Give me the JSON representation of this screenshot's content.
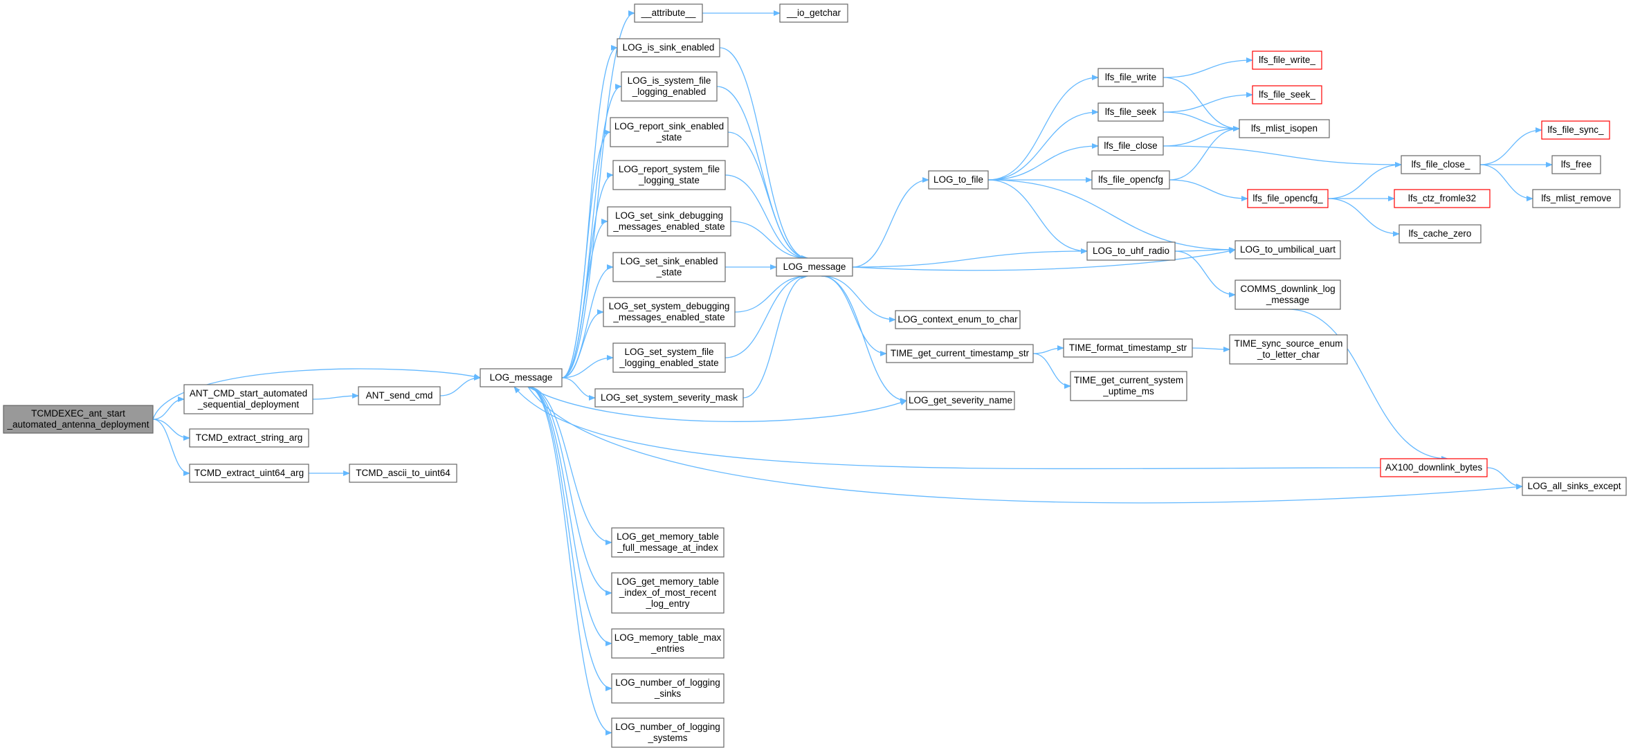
{
  "colors": {
    "edge": "#63b8ff",
    "border": "#666666",
    "truncated_border": "#ff0000",
    "root_fill": "#999999",
    "node_fill": "#ffffff"
  },
  "nodes": [
    {
      "id": "root",
      "lines": [
        "TCMDEXEC_ant_start",
        "_automated_antenna_deployment"
      ],
      "kind": "root"
    },
    {
      "id": "ant_cmd",
      "lines": [
        "ANT_CMD_start_automated",
        "_sequential_deployment"
      ]
    },
    {
      "id": "tcmd_str",
      "lines": [
        "TCMD_extract_string_arg"
      ]
    },
    {
      "id": "tcmd_u64",
      "lines": [
        "TCMD_extract_uint64_arg"
      ]
    },
    {
      "id": "tcmd_ascii",
      "lines": [
        "TCMD_ascii_to_uint64"
      ]
    },
    {
      "id": "ant_send",
      "lines": [
        "ANT_send_cmd"
      ]
    },
    {
      "id": "logmsg1",
      "lines": [
        "LOG_message"
      ]
    },
    {
      "id": "attr",
      "lines": [
        "__attribute__"
      ]
    },
    {
      "id": "getchar",
      "lines": [
        "__io_getchar"
      ]
    },
    {
      "id": "is_sink",
      "lines": [
        "LOG_is_sink_enabled"
      ]
    },
    {
      "id": "is_sys",
      "lines": [
        "LOG_is_system_file",
        "_logging_enabled"
      ]
    },
    {
      "id": "rep_sink",
      "lines": [
        "LOG_report_sink_enabled",
        "_state"
      ]
    },
    {
      "id": "rep_sys",
      "lines": [
        "LOG_report_system_file",
        "_logging_state"
      ]
    },
    {
      "id": "set_sink_dbg",
      "lines": [
        "LOG_set_sink_debugging",
        "_messages_enabled_state"
      ]
    },
    {
      "id": "set_sink_en",
      "lines": [
        "LOG_set_sink_enabled",
        "_state"
      ]
    },
    {
      "id": "set_sys_dbg",
      "lines": [
        "LOG_set_system_debugging",
        "_messages_enabled_state"
      ]
    },
    {
      "id": "set_sys_file",
      "lines": [
        "LOG_set_system_file",
        "_logging_enabled_state"
      ]
    },
    {
      "id": "set_sev",
      "lines": [
        "LOG_set_system_severity_mask"
      ]
    },
    {
      "id": "mem_full",
      "lines": [
        "LOG_get_memory_table",
        "_full_message_at_index"
      ]
    },
    {
      "id": "mem_idx",
      "lines": [
        "LOG_get_memory_table",
        "_index_of_most_recent",
        "_log_entry"
      ]
    },
    {
      "id": "mem_max",
      "lines": [
        "LOG_memory_table_max",
        "_entries"
      ]
    },
    {
      "id": "num_sinks",
      "lines": [
        "LOG_number_of_logging",
        "_sinks"
      ]
    },
    {
      "id": "num_sys",
      "lines": [
        "LOG_number_of_logging",
        "_systems"
      ]
    },
    {
      "id": "logmsg2",
      "lines": [
        "LOG_message"
      ]
    },
    {
      "id": "to_file",
      "lines": [
        "LOG_to_file"
      ]
    },
    {
      "id": "ctx_enum",
      "lines": [
        "LOG_context_enum_to_char"
      ]
    },
    {
      "id": "ts_str",
      "lines": [
        "TIME_get_current_timestamp_str"
      ]
    },
    {
      "id": "sev_name",
      "lines": [
        "LOG_get_severity_name"
      ]
    },
    {
      "id": "fwrite",
      "lines": [
        "lfs_file_write"
      ]
    },
    {
      "id": "fseek",
      "lines": [
        "lfs_file_seek"
      ]
    },
    {
      "id": "fclose",
      "lines": [
        "lfs_file_close"
      ]
    },
    {
      "id": "fopencfg",
      "lines": [
        "lfs_file_opencfg"
      ]
    },
    {
      "id": "uhf",
      "lines": [
        "LOG_to_uhf_radio"
      ]
    },
    {
      "id": "fmt_ts",
      "lines": [
        "TIME_format_timestamp_str"
      ]
    },
    {
      "id": "uptime",
      "lines": [
        "TIME_get_current_system",
        "_uptime_ms"
      ]
    },
    {
      "id": "fwrite_",
      "lines": [
        "lfs_file_write_"
      ],
      "kind": "trunc"
    },
    {
      "id": "fseek_",
      "lines": [
        "lfs_file_seek_"
      ],
      "kind": "trunc"
    },
    {
      "id": "mlist_isopen",
      "lines": [
        "lfs_mlist_isopen"
      ]
    },
    {
      "id": "fopencfg_",
      "lines": [
        "lfs_file_opencfg_"
      ],
      "kind": "trunc"
    },
    {
      "id": "umb",
      "lines": [
        "LOG_to_umbilical_uart"
      ]
    },
    {
      "id": "comms",
      "lines": [
        "COMMS_downlink_log",
        "_message"
      ]
    },
    {
      "id": "sync_src",
      "lines": [
        "TIME_sync_source_enum",
        "_to_letter_char"
      ]
    },
    {
      "id": "fclose_",
      "lines": [
        "lfs_file_close_"
      ]
    },
    {
      "id": "ctz",
      "lines": [
        "lfs_ctz_fromle32"
      ],
      "kind": "trunc"
    },
    {
      "id": "cache_zero",
      "lines": [
        "lfs_cache_zero"
      ]
    },
    {
      "id": "ax100",
      "lines": [
        "AX100_downlink_bytes"
      ],
      "kind": "trunc"
    },
    {
      "id": "fsync_",
      "lines": [
        "lfs_file_sync_"
      ],
      "kind": "trunc"
    },
    {
      "id": "lfree",
      "lines": [
        "lfs_free"
      ]
    },
    {
      "id": "mlist_remove",
      "lines": [
        "lfs_mlist_remove"
      ]
    },
    {
      "id": "all_sinks",
      "lines": [
        "LOG_all_sinks_except"
      ]
    }
  ],
  "edges": [
    [
      "root",
      "ant_cmd"
    ],
    [
      "root",
      "tcmd_str"
    ],
    [
      "root",
      "tcmd_u64"
    ],
    [
      "root",
      "logmsg1"
    ],
    [
      "tcmd_u64",
      "tcmd_ascii"
    ],
    [
      "ant_cmd",
      "ant_send"
    ],
    [
      "ant_send",
      "logmsg1"
    ],
    [
      "logmsg1",
      "attr"
    ],
    [
      "attr",
      "getchar"
    ],
    [
      "logmsg1",
      "is_sink"
    ],
    [
      "logmsg1",
      "is_sys"
    ],
    [
      "logmsg1",
      "rep_sink"
    ],
    [
      "logmsg1",
      "rep_sys"
    ],
    [
      "logmsg1",
      "set_sink_dbg"
    ],
    [
      "logmsg1",
      "set_sink_en"
    ],
    [
      "logmsg1",
      "set_sys_dbg"
    ],
    [
      "logmsg1",
      "set_sys_file"
    ],
    [
      "logmsg1",
      "set_sev"
    ],
    [
      "logmsg1",
      "sev_name"
    ],
    [
      "logmsg1",
      "all_sinks"
    ],
    [
      "logmsg1",
      "mem_full"
    ],
    [
      "logmsg1",
      "mem_idx"
    ],
    [
      "logmsg1",
      "mem_max"
    ],
    [
      "logmsg1",
      "num_sinks"
    ],
    [
      "logmsg1",
      "num_sys"
    ],
    [
      "is_sink",
      "logmsg2"
    ],
    [
      "is_sys",
      "logmsg2"
    ],
    [
      "rep_sink",
      "logmsg2"
    ],
    [
      "rep_sys",
      "logmsg2"
    ],
    [
      "set_sink_dbg",
      "logmsg2"
    ],
    [
      "set_sink_en",
      "logmsg2"
    ],
    [
      "set_sys_dbg",
      "logmsg2"
    ],
    [
      "set_sys_file",
      "logmsg2"
    ],
    [
      "set_sev",
      "logmsg2"
    ],
    [
      "logmsg2",
      "to_file"
    ],
    [
      "logmsg2",
      "uhf"
    ],
    [
      "logmsg2",
      "umb"
    ],
    [
      "logmsg2",
      "ctx_enum"
    ],
    [
      "logmsg2",
      "ts_str"
    ],
    [
      "logmsg2",
      "sev_name"
    ],
    [
      "to_file",
      "fwrite"
    ],
    [
      "to_file",
      "fseek"
    ],
    [
      "to_file",
      "fclose"
    ],
    [
      "to_file",
      "fopencfg"
    ],
    [
      "to_file",
      "uhf"
    ],
    [
      "to_file",
      "umb"
    ],
    [
      "fwrite",
      "fwrite_"
    ],
    [
      "fwrite",
      "mlist_isopen"
    ],
    [
      "fseek",
      "fseek_"
    ],
    [
      "fseek",
      "mlist_isopen"
    ],
    [
      "fclose",
      "mlist_isopen"
    ],
    [
      "fclose",
      "fclose_"
    ],
    [
      "fopencfg",
      "mlist_isopen"
    ],
    [
      "fopencfg",
      "fopencfg_"
    ],
    [
      "fopencfg_",
      "fclose_"
    ],
    [
      "fopencfg_",
      "ctz"
    ],
    [
      "fopencfg_",
      "cache_zero"
    ],
    [
      "fclose_",
      "fsync_"
    ],
    [
      "fclose_",
      "lfree"
    ],
    [
      "fclose_",
      "mlist_remove"
    ],
    [
      "uhf",
      "umb"
    ],
    [
      "uhf",
      "comms"
    ],
    [
      "comms",
      "ax100"
    ],
    [
      "ax100",
      "logmsg1"
    ],
    [
      "ax100",
      "all_sinks"
    ],
    [
      "ts_str",
      "fmt_ts"
    ],
    [
      "ts_str",
      "uptime"
    ],
    [
      "fmt_ts",
      "sync_src"
    ]
  ]
}
